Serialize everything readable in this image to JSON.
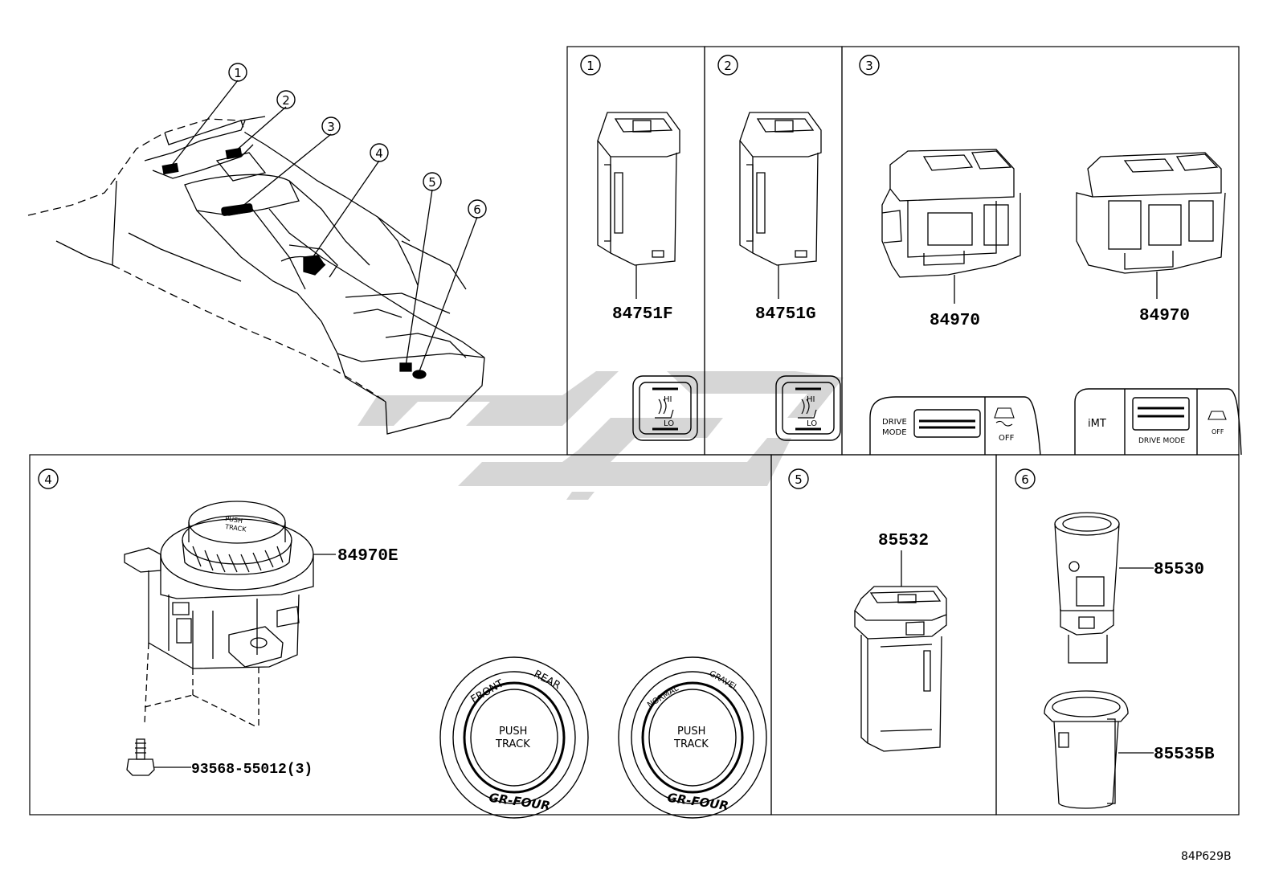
{
  "callouts": [
    "1",
    "2",
    "3",
    "4",
    "5",
    "6"
  ],
  "parts": {
    "p84751F": "84751F",
    "p84751G": "84751G",
    "p84970a": "84970",
    "p84970b": "84970",
    "p84970E": "84970E",
    "p9356855012": "93568-55012(3)",
    "p85532": "85532",
    "p85530": "85530",
    "p85535B": "85535B"
  },
  "seat_heater": {
    "hi": "HI",
    "lo": "LO"
  },
  "drive_mode_a": {
    "drive": "DRIVE",
    "mode": "MODE",
    "off": "OFF"
  },
  "drive_mode_b": {
    "imt": "iMT",
    "drive_mode": "DRIVE MODE",
    "off": "OFF"
  },
  "dial_front_rear": {
    "front": "FRONT",
    "rear": "REAR",
    "push": "PUSH",
    "track": "TRACK",
    "brand": "GR-FOUR"
  },
  "dial_normal_gravel": {
    "normal": "NORMAL",
    "gravel": "GRAVEL",
    "push": "PUSH",
    "track": "TRACK",
    "brand": "GR-FOUR"
  },
  "dial_top": {
    "push": "PUSH",
    "track": "TRACK"
  },
  "diagram_code": "84P629B",
  "colors": {
    "line": "#000000",
    "watermark": "#c8c8c8"
  }
}
